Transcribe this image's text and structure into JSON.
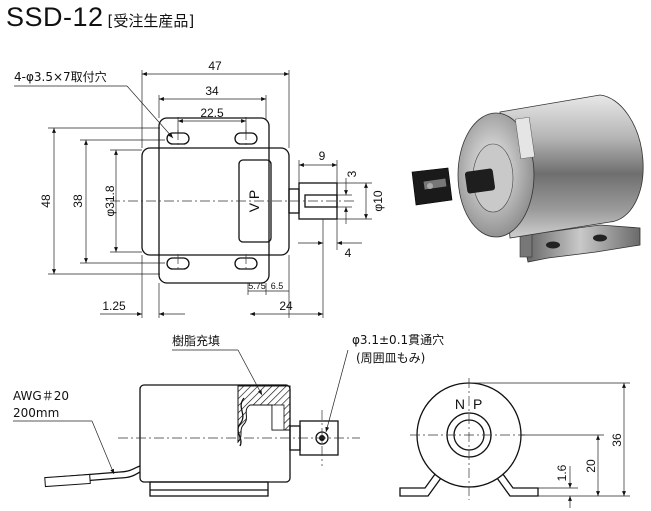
{
  "title": {
    "model": "SSD-12",
    "note": "[受注生産品]"
  },
  "top_view": {
    "hole_note": "4-φ3.5×7取付穴",
    "dims": {
      "width_total": "47",
      "hole_pitch_x": "34",
      "half_width": "22.5",
      "height_total": "48",
      "hole_pitch_y": "38",
      "body_dia": "φ31.8",
      "plunger_len": "9",
      "slot": "3",
      "plunger_dia": "φ10",
      "plunger_tip": "4",
      "small_a": "5.75",
      "small_b": "6.5",
      "plunger_extent": "24",
      "plate_thickness": "1.25"
    },
    "label_vp": "V P"
  },
  "side_view": {
    "resin_label": "樹脂充填",
    "hole_label": "φ3.1±0.1貫通穴",
    "hole_sub": "(周囲皿もみ)",
    "wire_label": "AWG＃20",
    "wire_len": "200mm"
  },
  "front_view": {
    "label_n": "N",
    "label_p": "P",
    "dims": {
      "height": "36",
      "center_height": "20",
      "plate": "1.6"
    }
  }
}
